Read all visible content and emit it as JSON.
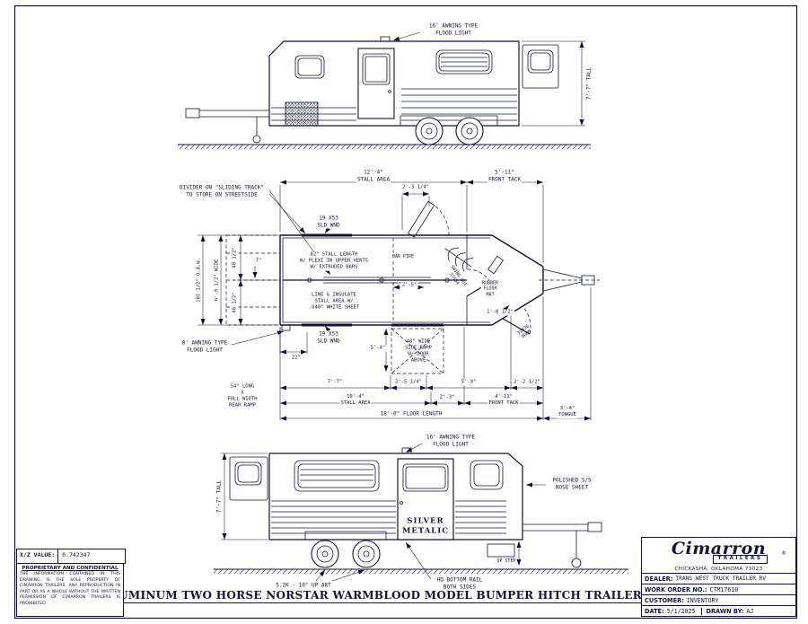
{
  "sheet": {
    "title": "ALUMINUM TWO HORSE NORSTAR WARMBLOOD MODEL BUMPER HITCH TRAILER-SR"
  },
  "xz": {
    "label": "X/Z VALUE:",
    "value": "0.742347"
  },
  "proprietary": {
    "heading": "PROPRIETARY AND CONFIDENTIAL",
    "body": "THE INFORMATION CONTAINED IN THIS DRAWING IS THE SOLE PROPERTY OF CIMARRON TRAILERS. ANY REPRODUCTION IN PART OR AS A WHOLE WITHOUT THE WRITTEN PERMISSION OF CIMARRON TRAILERS IS PROHIBITED."
  },
  "title_block": {
    "brand": "Cimarron",
    "brand_banner": "TRAILERS",
    "reg_mark": "®",
    "address": "CHICKASHA, OKLAHOMA 73023",
    "dealer_label": "DEALER:",
    "dealer_value": "TRANS WEST TRUCK TRAILER RV",
    "work_order_label": "WORK ORDER NO.:",
    "work_order_value": "CTM17610",
    "customer_label": "CUSTOMER:",
    "customer_value": "INVENTORY",
    "date_label": "DATE:",
    "date_value": "5/1/2025",
    "drawn_by_label": "DRAWN BY:",
    "drawn_by_value": "AJ"
  },
  "curbside_view": {
    "flood_light": "16' AWNING TYPE\nFLOOD LIGHT",
    "height": "7'-7\" TALL"
  },
  "plan_view": {
    "divider_note": "DIVIDER ON \"SLIDING TRACK\"\nTO STORE ON STREETSIDE",
    "stall_area_top": "12'-4\"\nSTALL AREA",
    "front_tack_top": "5'-11\"\nFRONT TACK",
    "escape_door_dim": "2'-3 1/4\"",
    "window_top": "19 X53\nSLD WND",
    "window_bottom": "19 X53\nSLD WND",
    "stall_width_top": "48 1/2\"",
    "stall_width_bottom": "48 1/2\"",
    "inside_width": "6'-9 1/2\" WIDE",
    "overall_width": "101 1/2\" O.A.W.",
    "divider_offset": "7\"",
    "stall_length_note": "82\" STALL LENGTH\nW/ PLEXI IN UPPER VENTS\nW/ EXTRUDED BARS",
    "bar_pipe": "BAR PIPE",
    "bar_dim": "2'-5\"",
    "insulate_note": "LINE & INSULATE\nSTALL AREA W/\n.040\" WHITE SHEET",
    "swing_out": "SWING OUT\n32X54",
    "rubber_mat": "RUBBER\nFLOOR\nMAT",
    "nose_door": "32X36\nDOOR",
    "nose_dim": "1'-8 1/2\"",
    "flood_light": "8' AWNING TYPE\nFLOOD LIGHT",
    "light_offset": "22\"",
    "side_ramp": "48\" WIDE\nSIDE RAMP\nW/ DOOR\nABOVE",
    "side_ramp_dim": "5'-4\"",
    "rear_ramp": "54\" LONG\nX\nFULL WIDTH\nREAR RAMP",
    "dim_rear_to_ramp": "7'-7\"",
    "dim_ramp": "2'-5 1/4\"",
    "dim_ramp_to_tack": "5'-9\"",
    "dim_tack": "2'-2 1/2\"",
    "stall_area_bottom": "10'-4\"\nSTALL AREA",
    "dim_2_3": "2'-3\"",
    "front_tack_bottom": "4'-11\"\nFRONT TACK",
    "floor_length": "18'-0\" FLOOR LENGTH",
    "tongue": "3'-4\"\nTONGUE"
  },
  "streetside_view": {
    "flood_light": "16' AWNING TYPE\nFLOOD LIGHT",
    "height": "7'-7\" TALL",
    "paint": "SILVER\nMETALIC",
    "nose_sheet": "POLISHED S/S\nNOSE SHEET",
    "up_step": "UP STEP",
    "axle": "5.2K - 10\" UP ART",
    "bottom_rail": "HD BOTTOM RAIL\nBOTH SIDES"
  }
}
